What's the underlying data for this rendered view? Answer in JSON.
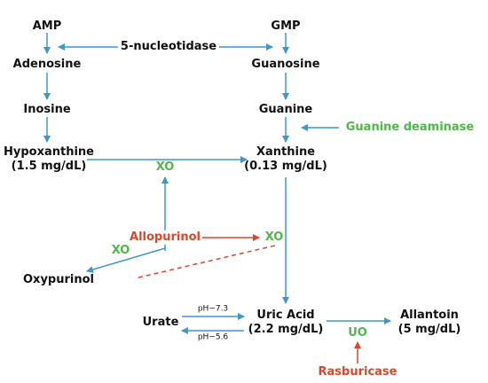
{
  "nodes": {
    "amp": "AMP",
    "gmp": "GMP",
    "adenosine": "Adenosine",
    "guanosine": "Guanosine",
    "inosine": "Inosine",
    "guanine": "Guanine",
    "hypoxanthine": "Hypoxanthine",
    "hypoxanthine_level": "(1.5 mg/dL)",
    "xanthine": "Xanthine",
    "xanthine_level": "(0.13 mg/dL)",
    "oxypurinol": "Oxypurinol",
    "urate": "Urate",
    "uric_acid": "Uric Acid",
    "uric_acid_level": "(2.2 mg/dL)",
    "allantoin": "Allantoin",
    "allantoin_level": "(5 mg/dL)"
  },
  "enzymes": {
    "nucleotidase": "5-nucleotidase",
    "guanine_deaminase": "Guanine deaminase",
    "xo_top": "XO",
    "xo_right": "XO",
    "xo_left": "XO",
    "uo": "UO"
  },
  "drugs": {
    "allopurinol": "Allopurinol",
    "rasburicase": "Rasburicase"
  },
  "ph": {
    "forward": "pH~7.3",
    "reverse": "pH~5.6"
  },
  "colors": {
    "arrow": "#3f97cc",
    "enzyme": "#4fb848",
    "drug": "#d9482b",
    "text": "#111111"
  }
}
